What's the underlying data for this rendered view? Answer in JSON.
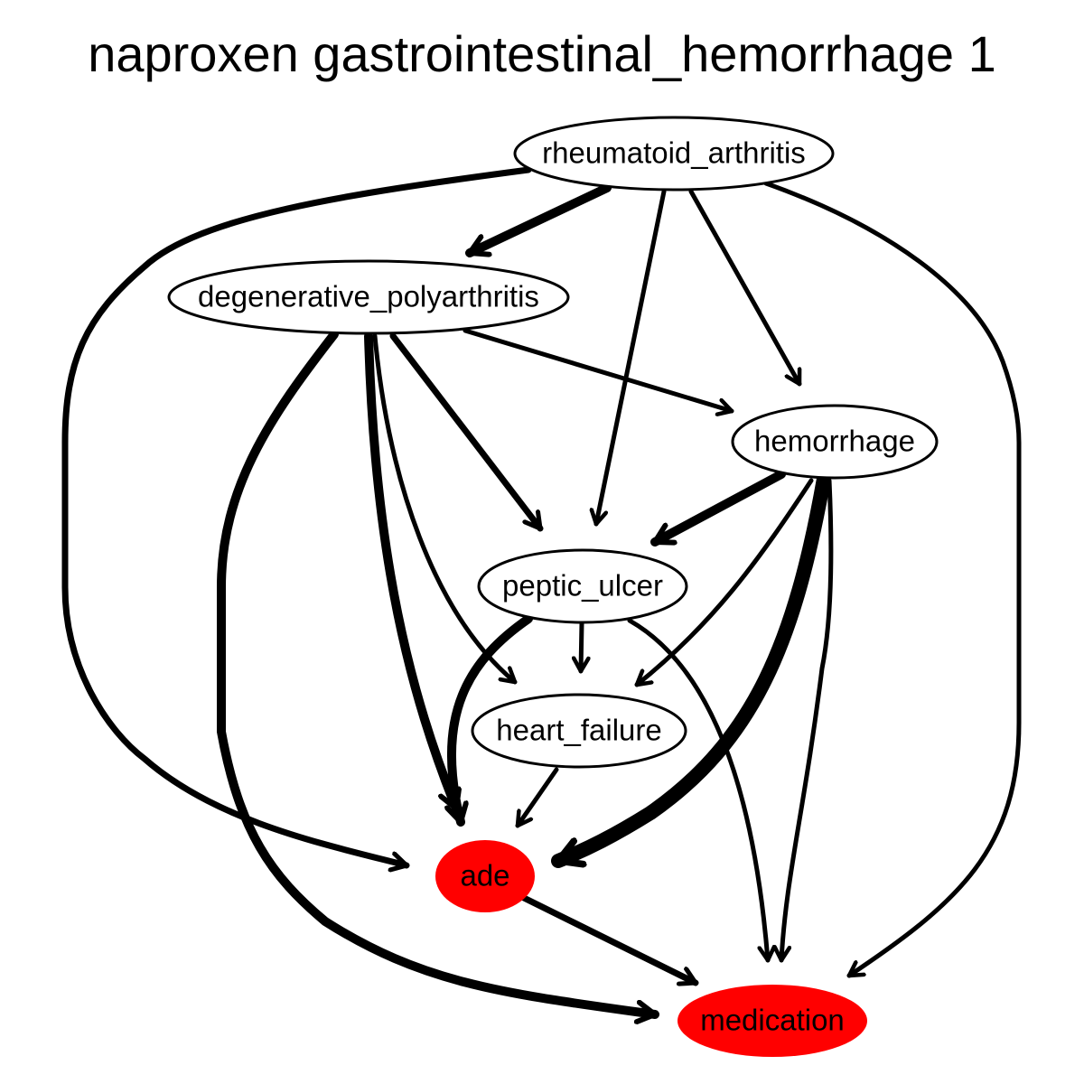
{
  "title": "naproxen gastrointestinal_hemorrhage 1",
  "node_fill_highlight": "#ff0000",
  "nodes": [
    {
      "id": "rheumatoid_arthritis",
      "label": "rheumatoid_arthritis",
      "highlight": false
    },
    {
      "id": "degenerative_polyarthritis",
      "label": "degenerative_polyarthritis",
      "highlight": false
    },
    {
      "id": "hemorrhage",
      "label": "hemorrhage",
      "highlight": false
    },
    {
      "id": "peptic_ulcer",
      "label": "peptic_ulcer",
      "highlight": false
    },
    {
      "id": "heart_failure",
      "label": "heart_failure",
      "highlight": false
    },
    {
      "id": "ade",
      "label": "ade",
      "highlight": true
    },
    {
      "id": "medication",
      "label": "medication",
      "highlight": true
    }
  ],
  "edges": [
    {
      "from": "rheumatoid_arthritis",
      "to": "degenerative_polyarthritis",
      "weight": "heavy"
    },
    {
      "from": "rheumatoid_arthritis",
      "to": "ade",
      "weight": "medium"
    },
    {
      "from": "rheumatoid_arthritis",
      "to": "peptic_ulcer",
      "weight": "light"
    },
    {
      "from": "rheumatoid_arthritis",
      "to": "hemorrhage",
      "weight": "light"
    },
    {
      "from": "rheumatoid_arthritis",
      "to": "medication",
      "weight": "light"
    },
    {
      "from": "degenerative_polyarthritis",
      "to": "hemorrhage",
      "weight": "light"
    },
    {
      "from": "degenerative_polyarthritis",
      "to": "peptic_ulcer",
      "weight": "medium"
    },
    {
      "from": "degenerative_polyarthritis",
      "to": "heart_failure",
      "weight": "light"
    },
    {
      "from": "degenerative_polyarthritis",
      "to": "ade",
      "weight": "heavy"
    },
    {
      "from": "degenerative_polyarthritis",
      "to": "medication",
      "weight": "heavy"
    },
    {
      "from": "hemorrhage",
      "to": "peptic_ulcer",
      "weight": "heavy"
    },
    {
      "from": "hemorrhage",
      "to": "heart_failure",
      "weight": "light"
    },
    {
      "from": "hemorrhage",
      "to": "ade",
      "weight": "heaviest"
    },
    {
      "from": "hemorrhage",
      "to": "medication",
      "weight": "light"
    },
    {
      "from": "peptic_ulcer",
      "to": "heart_failure",
      "weight": "light"
    },
    {
      "from": "peptic_ulcer",
      "to": "ade",
      "weight": "heavy"
    },
    {
      "from": "peptic_ulcer",
      "to": "medication",
      "weight": "light"
    },
    {
      "from": "heart_failure",
      "to": "ade",
      "weight": "light"
    },
    {
      "from": "ade",
      "to": "medication",
      "weight": "medium"
    }
  ]
}
